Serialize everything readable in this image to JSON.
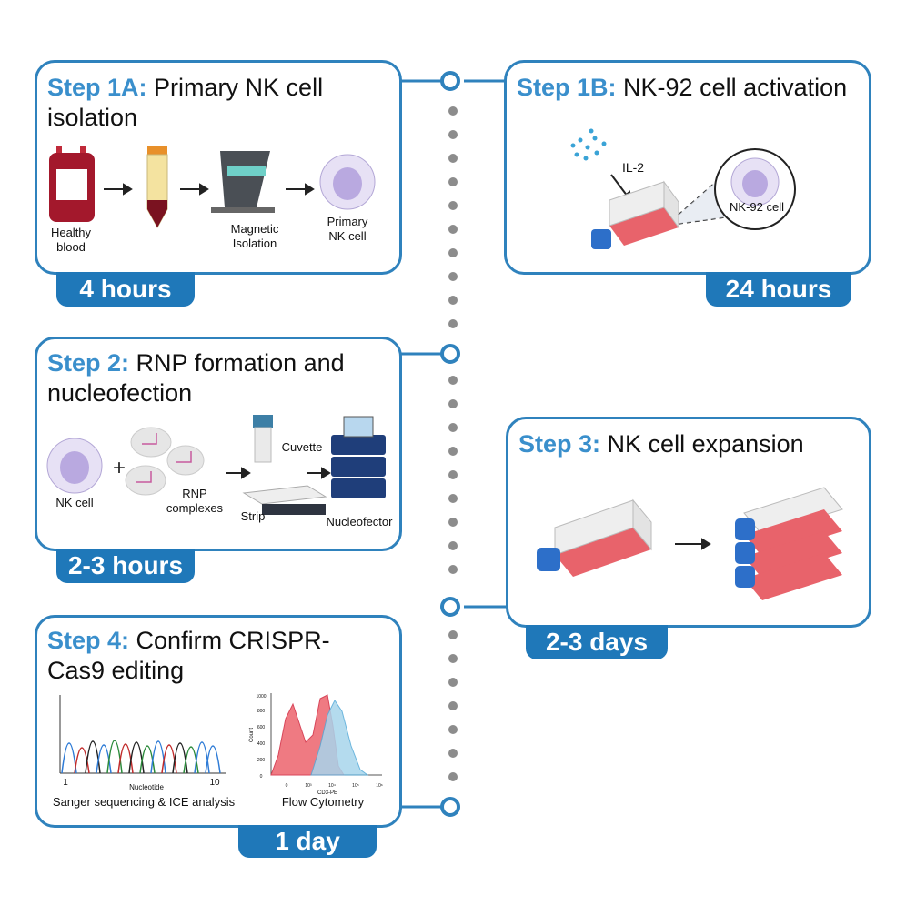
{
  "step1a": {
    "step": "Step 1A:",
    "title": "Primary NK cell isolation",
    "duration": "4 hours",
    "labels": {
      "blood": "Healthy\nblood",
      "magnetic": "Magnetic\nIsolation",
      "primary": "Primary\nNK cell"
    }
  },
  "step1b": {
    "step": "Step 1B:",
    "title": "NK-92 cell activation",
    "duration": "24 hours",
    "labels": {
      "il2": "IL-2",
      "nk92": "NK-92 cell"
    }
  },
  "step2": {
    "step": "Step 2:",
    "title": "RNP formation and nucleofection",
    "duration": "2-3 hours",
    "labels": {
      "nkcell": "NK cell",
      "rnp": "RNP\ncomplexes",
      "cuvette": "Cuvette",
      "strip": "Strip",
      "nucleofector": "Nucleofector"
    }
  },
  "step3": {
    "step": "Step 3:",
    "title": "NK cell expansion",
    "duration": "2-3 days"
  },
  "step4": {
    "step": "Step 4:",
    "title": "Confirm CRISPR-Cas9 editing",
    "duration": "1 day",
    "labels": {
      "sanger": "Sanger sequencing & ICE analysis",
      "flow": "Flow Cytometry",
      "nucleotide": "Nucleotide",
      "tick1": "1",
      "tick10": "10",
      "count": "Count",
      "cd3": "CD3-PE",
      "yticks": [
        "1000",
        "800",
        "600",
        "400",
        "200",
        "0"
      ],
      "xticks": [
        "0",
        "10³",
        "10⁴",
        "10⁵",
        "10⁶"
      ]
    }
  },
  "colors": {
    "accent": "#2f82bd",
    "badge": "#1f78b9",
    "step_text": "#3a8fcc",
    "flask": "#e8636b",
    "cell": "#b9a9e0"
  }
}
